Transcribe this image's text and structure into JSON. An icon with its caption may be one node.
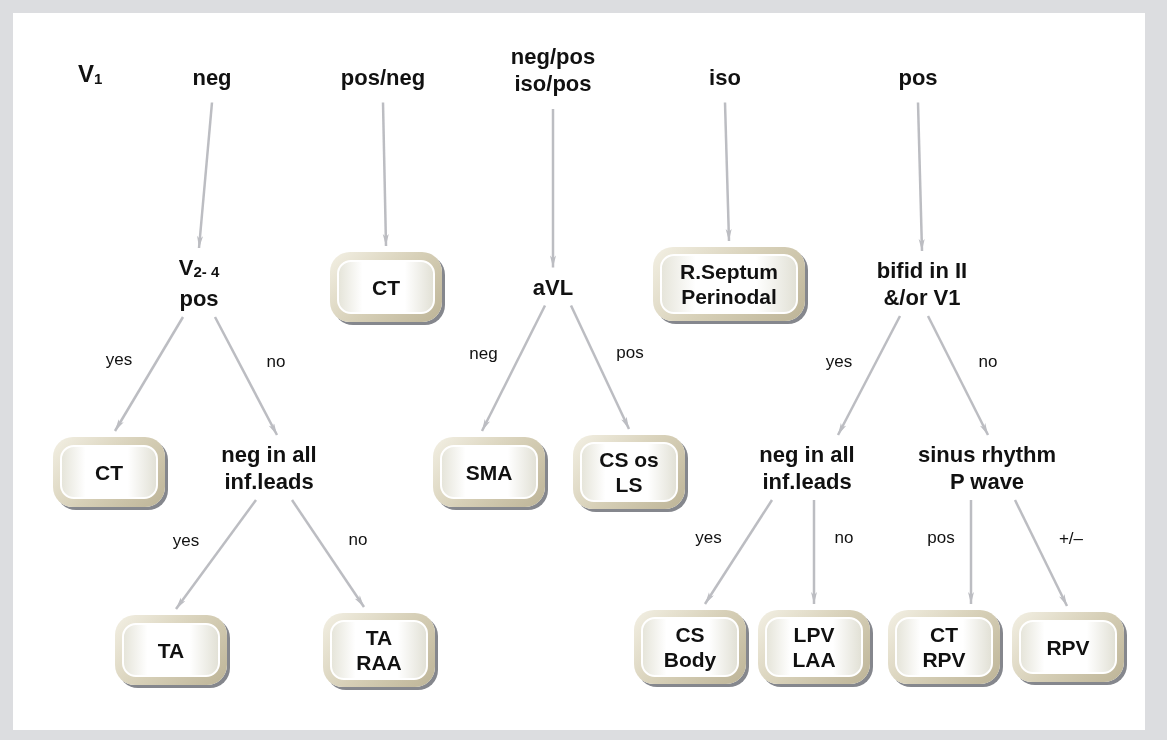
{
  "diagram": {
    "nodes": [
      {
        "text": [
          "neg"
        ]
      },
      {
        "text": [
          "pos/neg"
        ]
      },
      {
        "text": [
          "neg/pos iso/pos"
        ]
      },
      {
        "text": [
          "iso"
        ]
      },
      {
        "text": [
          "pos"
        ]
      },
      {
        "text": [
          "V$_{2- 4}$ pos"
        ]
      },
      {
        "text": [
          "CT"
        ]
      },
      {
        "text": [
          "aVL"
        ]
      },
      {
        "text": [
          "R.Septum Perinodal"
        ]
      },
      {
        "text": [
          "bifid in II &/or V1"
        ]
      },
      {
        "text": [
          "CT"
        ]
      },
      {
        "text": [
          "neg in all inf.leads"
        ]
      },
      {
        "text": [
          "SMA"
        ]
      },
      {
        "text": [
          "CS os LS"
        ]
      },
      {
        "text": [
          "neg in all inf.leads"
        ]
      },
      {
        "text": [
          "sinus rhythm P wave"
        ]
      },
      {
        "text": [
          "TA"
        ]
      },
      {
        "text": [
          "TA RAA"
        ]
      },
      {
        "text": [
          "CS Body"
        ]
      },
      {
        "text": [
          "LPV LAA"
        ]
      },
      {
        "text": [
          "CT RPV"
        ]
      },
      {
        "text": [
          "RPV"
        ]
      }
    ],
    "edges": [
      {
        "from": 0,
        "to": 5,
        "arrow": "to"
      },
      {
        "from": 1,
        "to": 6,
        "arrow": "to"
      },
      {
        "from": 2,
        "to": 7,
        "arrow": "to"
      },
      {
        "from": 3,
        "to": 8,
        "arrow": "to"
      },
      {
        "from": 4,
        "to": 9,
        "arrow": "to"
      },
      {
        "from": 5,
        "to": 10,
        "arrow": "to",
        "label": "yes"
      },
      {
        "from": 5,
        "to": 11,
        "arrow": "to",
        "label": "no"
      },
      {
        "from": 7,
        "to": 12,
        "arrow": "to",
        "label": "neg"
      },
      {
        "from": 7,
        "to": 13,
        "arrow": "to",
        "label": "pos"
      },
      {
        "from": 9,
        "to": 14,
        "arrow": "to",
        "label": "yes"
      },
      {
        "from": 9,
        "to": 15,
        "arrow": "to",
        "label": "no"
      },
      {
        "from": 11,
        "to": 16,
        "arrow": "to",
        "label": "yes"
      },
      {
        "from": 11,
        "to": 17,
        "arrow": "to",
        "label": "no"
      },
      {
        "from": 14,
        "to": 18,
        "arrow": "to",
        "label": "yes"
      },
      {
        "from": 14,
        "to": 19,
        "arrow": "to",
        "label": "no"
      },
      {
        "from": 15,
        "to": 20,
        "arrow": "to",
        "label": "pos"
      },
      {
        "from": 15,
        "to": 21,
        "arrow": "to",
        "label": "+/–"
      }
    ],
    "labels": [
      "V$_{1}$"
    ]
  }
}
